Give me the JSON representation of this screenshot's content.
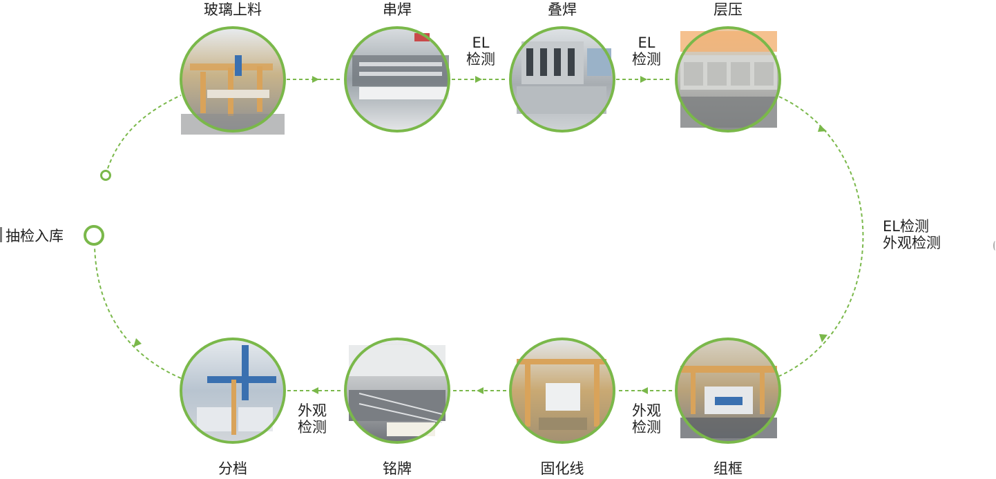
{
  "colors": {
    "accent": "#7ab84a",
    "text": "#1f1f1f"
  },
  "steps": {
    "glass": "玻璃上料",
    "string_weld": "串焊",
    "layup_weld": "叠焊",
    "laminate": "层压",
    "frame": "组框",
    "curing": "固化线",
    "nameplate": "铭牌",
    "grading": "分档",
    "storage": "抽检入库"
  },
  "connectors": {
    "el_1": [
      "EL",
      "检测"
    ],
    "el_2": [
      "EL",
      "检测"
    ],
    "el_visual": [
      "EL检测",
      "外观检测"
    ],
    "visual_1": [
      "外观",
      "检测"
    ],
    "visual_2": [
      "外观",
      "检测"
    ]
  },
  "photo_subjects": {
    "glass": "glass-loading-photo",
    "string_weld": "stringer-machine-photo",
    "layup_weld": "layup-welding-photo",
    "laminate": "laminator-photo",
    "frame": "framing-line-photo",
    "curing": "curing-line-photo",
    "nameplate": "nameplate-station-photo",
    "grading": "grading-station-photo"
  }
}
